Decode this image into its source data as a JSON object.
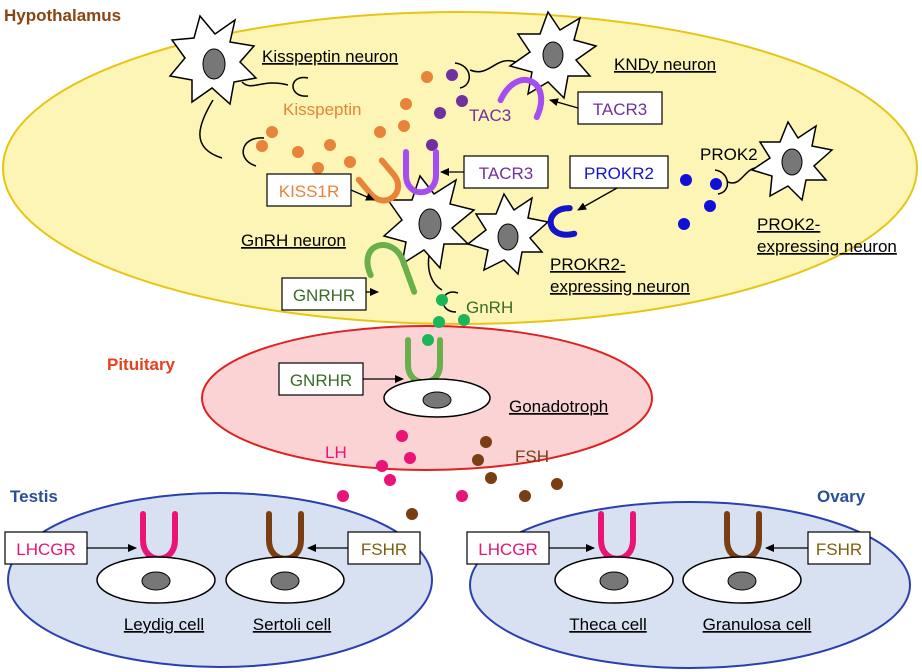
{
  "colors": {
    "hypothalamus_fill": "#fdf5b5",
    "hypothalamus_stroke": "#e6c514",
    "pituitary_fill": "#fbd3d5",
    "pituitary_stroke": "#e02020",
    "gonad_fill": "#d7e1f1",
    "gonad_stroke": "#2b3fb0",
    "kisspeptin": "#e8833a",
    "tac3": "#7030a0",
    "tacr3": "#a64df0",
    "prokr2": "#1414c8",
    "prok2": "#1010d8",
    "gnrh": "#1cb55a",
    "gnrhr": "#6ab04a",
    "lh": "#ea1476",
    "fsh": "#7a3e10",
    "fshr_text": "#7a6010",
    "hypothalamus_title": "#8b4513",
    "pituitary_title": "#e8401c",
    "gonad_title": "#2a4f9a"
  },
  "labels": {
    "hypothalamus": "Hypothalamus",
    "pituitary": "Pituitary",
    "testis": "Testis",
    "ovary": "Ovary",
    "kisspeptin_neuron": "Kisspeptin neuron",
    "kndy_neuron": "KNDy neuron",
    "kisspeptin": "Kisspeptin",
    "tac3": "TAC3",
    "prok2": "PROK2",
    "prok2_neuron_1": "PROK2-",
    "prok2_neuron_2": "expressing neuron",
    "prokr2_neuron_1": "PROKR2-",
    "prokr2_neuron_2": "expressing neuron",
    "gnrh_neuron": "GnRH neuron",
    "gnrh": "GnRH",
    "gonadotroph": "Gonadotroph",
    "lh": "LH",
    "fsh": "FSH",
    "leydig": "Leydig cell",
    "sertoli": "Sertoli cell",
    "theca": "Theca cell",
    "granulosa": "Granulosa cell"
  },
  "boxes": {
    "tacr3_top": "TACR3",
    "tacr3_mid": "TACR3",
    "prokr2": "PROKR2",
    "kiss1r": "KISS1R",
    "gnrhr_hyp": "GNRHR",
    "gnrhr_pit": "GNRHR",
    "lhcgr_testis": "LHCGR",
    "fshr_testis": "FSHR",
    "lhcgr_ovary": "LHCGR",
    "fshr_ovary": "FSHR"
  }
}
